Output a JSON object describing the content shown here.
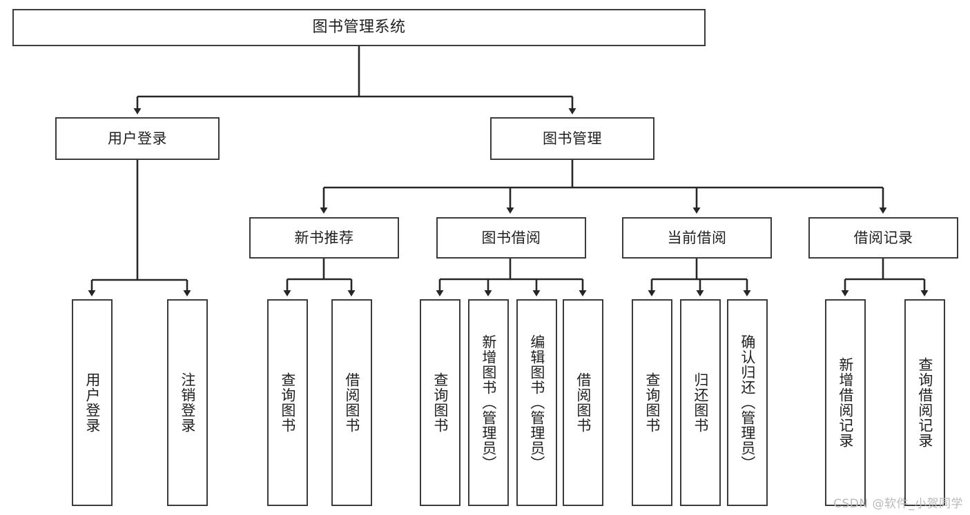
{
  "diagram": {
    "title": "图书管理系统",
    "type": "tree-hierarchy-chart",
    "watermark": "CSDN @软件_小贺同学",
    "colors": {
      "box_border": "#3b3b3b",
      "box_fill": "#ffffff",
      "edge": "#262626",
      "text": "#1f1f1f",
      "watermark": "#b9b9b9",
      "background": "#ffffff"
    },
    "nodes": {
      "root": {
        "label": "图书管理系统"
      },
      "level2": [
        {
          "label": "用户登录"
        },
        {
          "label": "图书管理"
        }
      ],
      "level3": [
        {
          "label": "新书推荐"
        },
        {
          "label": "图书借阅"
        },
        {
          "label": "当前借阅"
        },
        {
          "label": "借阅记录"
        }
      ],
      "leaves": {
        "user_login": [
          {
            "label": "用户登录"
          },
          {
            "label": "注销登录"
          }
        ],
        "new_book_recommend": [
          {
            "label": "查询图书"
          },
          {
            "label": "借阅图书"
          }
        ],
        "book_borrow": [
          {
            "label": "查询图书"
          },
          {
            "label": "新增图书（管理员）"
          },
          {
            "label": "编辑图书（管理员）"
          },
          {
            "label": "借阅图书"
          }
        ],
        "current_borrow": [
          {
            "label": "查询图书"
          },
          {
            "label": "归还图书"
          },
          {
            "label": "确认归还（管理员）"
          }
        ],
        "borrow_record": [
          {
            "label": "新增借阅记录"
          },
          {
            "label": "查询借阅记录"
          }
        ]
      }
    }
  }
}
